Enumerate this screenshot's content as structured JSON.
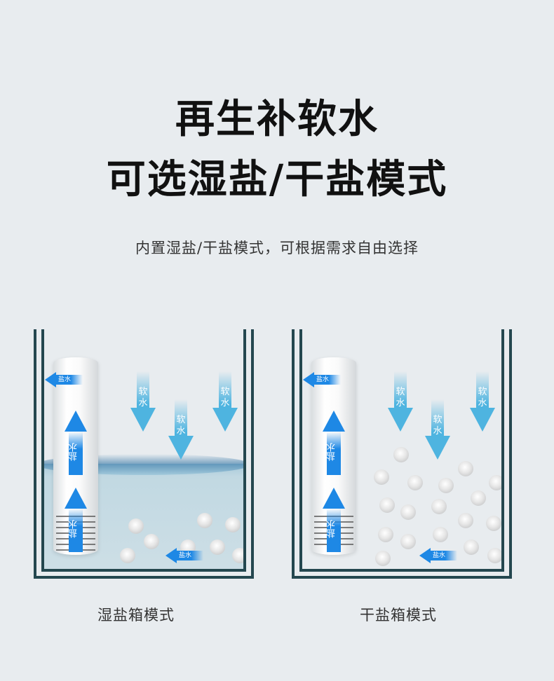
{
  "header": {
    "title_line1": "再生补软水",
    "title_line2": "可选湿盐/干盐模式",
    "subtitle": "内置湿盐/干盐模式，可根据需求自由选择"
  },
  "panels": [
    {
      "caption": "湿盐箱模式",
      "mode": "wet-salt",
      "labels": {
        "brine_out": "盐水",
        "brine_up_top": "盐水",
        "brine_up_bottom": "盐水",
        "soft_water": [
          "软水",
          "软水",
          "软水"
        ],
        "brine_in": "盐水"
      }
    },
    {
      "caption": "干盐箱模式",
      "mode": "dry-salt",
      "labels": {
        "brine_out": "盐水",
        "brine_up_top": "盐水",
        "brine_up_bottom": "盐水",
        "soft_water": [
          "软水",
          "软水",
          "软水"
        ],
        "brine_in": "盐水"
      }
    }
  ],
  "colors": {
    "background": "#e8ecef",
    "tank_line": "#24474f",
    "brine_arrow": "#1e88e5",
    "soft_arrow": "#4eb4e0",
    "title_text": "#111111",
    "body_text": "#333333"
  }
}
